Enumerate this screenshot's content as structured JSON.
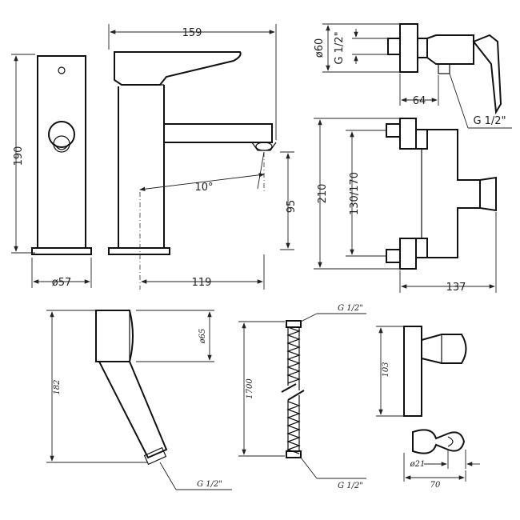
{
  "basin": {
    "height": "190",
    "width_total": "159",
    "base_dia": "ø57",
    "spout_reach": "119",
    "spout_height": "95",
    "angle": "10°"
  },
  "shower_mixer": {
    "dia": "ø60",
    "thread_top": "G 1/2\"",
    "offset": "64",
    "thread_bottom": "G 1/2\"",
    "height": "210",
    "centers": "130/170",
    "depth": "137"
  },
  "hand_shower": {
    "length": "182",
    "head_dia": "ø65",
    "thread": "G 1/2\""
  },
  "hose": {
    "length": "1700",
    "thread_top": "G 1/2\"",
    "thread_bottom": "G 1/2\""
  },
  "holder": {
    "height": "103",
    "dia": "ø21",
    "width": "70"
  }
}
